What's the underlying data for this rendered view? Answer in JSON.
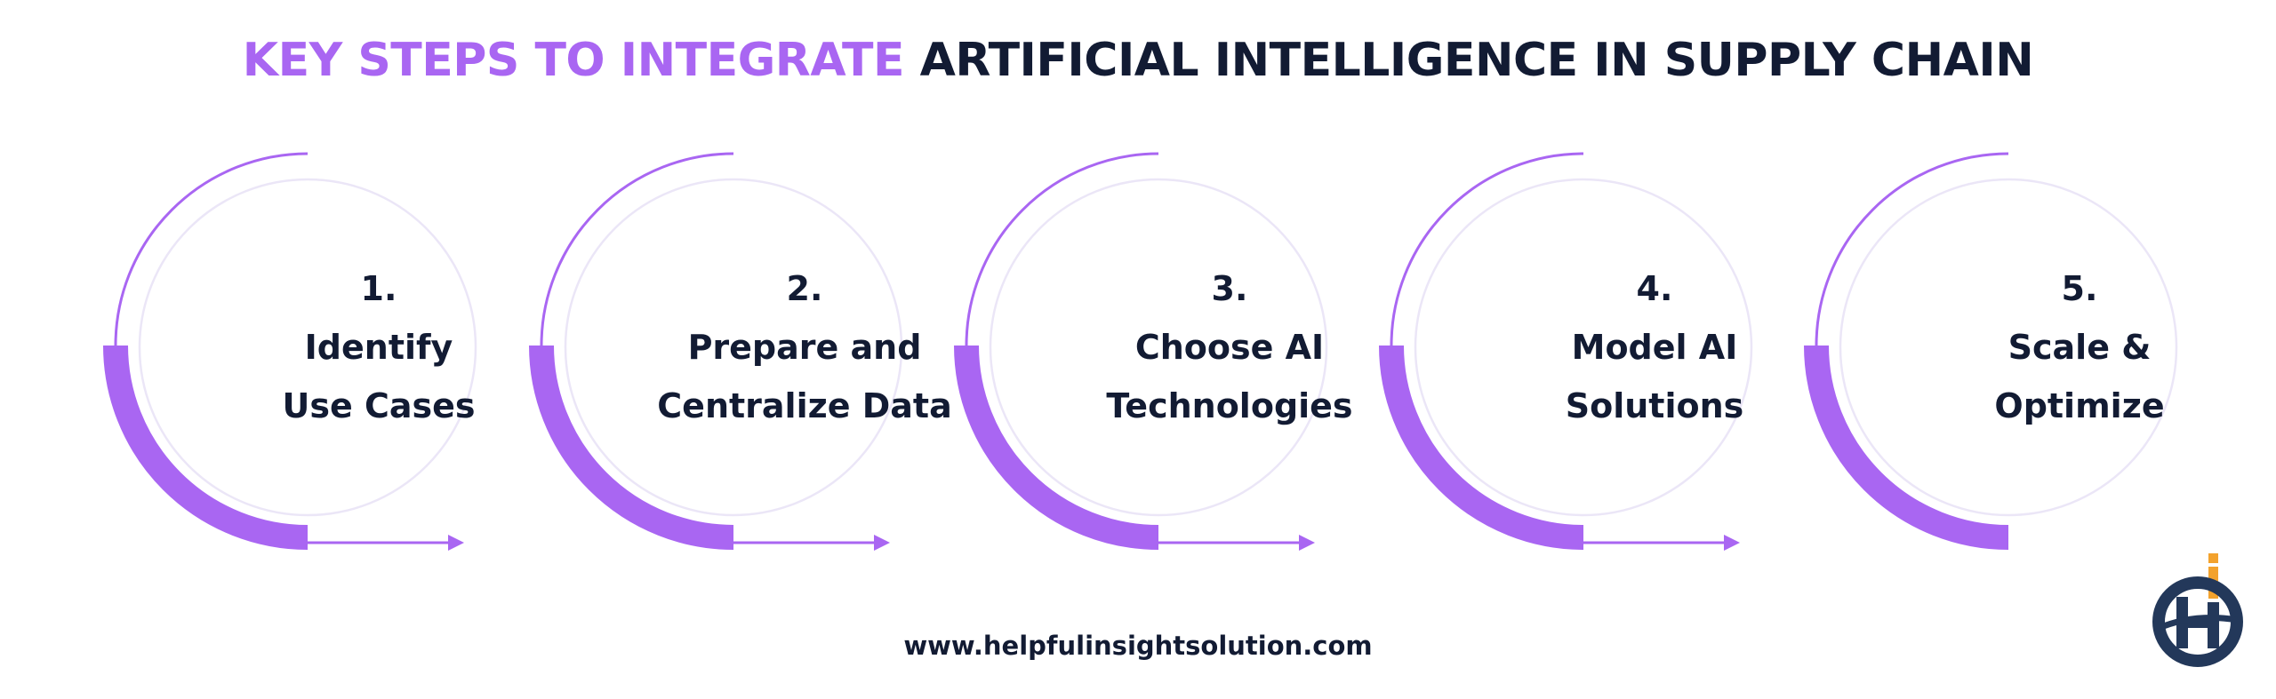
{
  "title": {
    "highlight": "KEY STEPS TO INTEGRATE",
    "rest": "ARTIFICIAL INTELLIGENCE IN SUPPLY CHAIN"
  },
  "steps": [
    {
      "number": "1.",
      "line1": "Identify",
      "line2": "Use Cases"
    },
    {
      "number": "2.",
      "line1": "Prepare and",
      "line2": "Centralize Data"
    },
    {
      "number": "3.",
      "line1": "Choose AI",
      "line2": "Technologies"
    },
    {
      "number": "4.",
      "line1": "Model AI",
      "line2": "Solutions"
    },
    {
      "number": "5.",
      "line1": "Scale &",
      "line2": "Optimize"
    }
  ],
  "footer": {
    "url": "www.helpfulinsightsolution.com"
  },
  "colors": {
    "accent": "#a966f2",
    "dark": "#121b33",
    "circle_border": "#ebe6f7",
    "logo_orange": "#f3a22d"
  },
  "logo": {
    "icon": "helpful-insight-logo-icon"
  }
}
